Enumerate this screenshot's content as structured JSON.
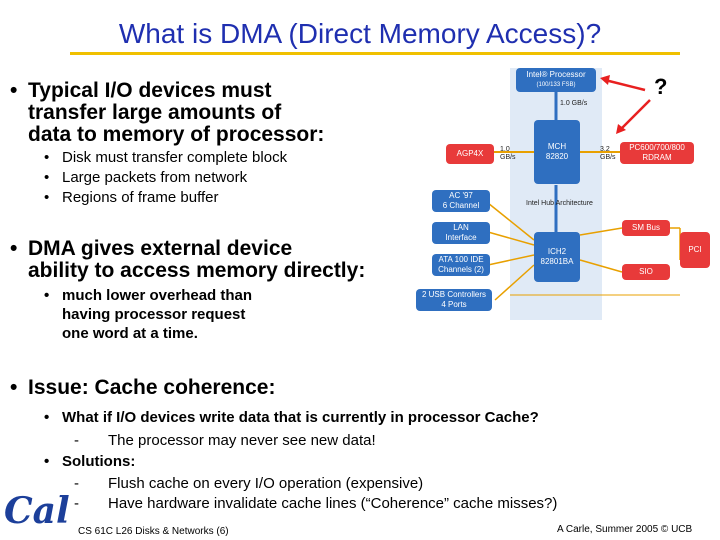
{
  "title": "What is DMA (Direct Memory Access)?",
  "bullets": {
    "b1": [
      "Typical I/O devices must",
      "transfer large amounts of",
      "data to memory of processor:"
    ],
    "b1_sub": [
      "Disk must transfer complete block",
      "Large packets from network",
      "Regions of frame buffer"
    ],
    "b2": [
      "DMA gives external device",
      "ability to access memory directly:"
    ],
    "b2_sub": [
      "much lower overhead than",
      "having processor request",
      "one word at a time."
    ],
    "b3": "Issue: Cache coherence:",
    "b3_q": "What if I/O devices write data that is currently in processor Cache?",
    "b3_q_sub": "The processor may never see new data!",
    "b3_sol": "Solutions:",
    "b3_sol_sub": [
      "Flush cache on every I/O operation (expensive)",
      "Have hardware invalidate cache lines (“Coherence” cache misses?)"
    ]
  },
  "diagram": {
    "cpu": [
      "Intel® Processor",
      "(100/133 FSB)"
    ],
    "cpu_bw": "1.0 GB/s",
    "question": "?",
    "agp": "AGP4X",
    "agp_bw": [
      "1.0",
      "GB/s"
    ],
    "mch": [
      "MCH",
      "82820"
    ],
    "mem_bw": [
      "3.2",
      "GB/s"
    ],
    "mem": [
      "PC600/700/800",
      "RDRAM"
    ],
    "hub": "Intel Hub Architecture",
    "ac97": [
      "AC '97",
      "6 Channel"
    ],
    "lan": [
      "LAN",
      "Interface"
    ],
    "ata": [
      "ATA 100 IDE",
      "Channels (2)"
    ],
    "usb": [
      "2 USB Controllers",
      "4 Ports"
    ],
    "ich": [
      "ICH2",
      "82801BA"
    ],
    "smbus": "SM Bus",
    "sio": "SIO",
    "pci": "PCI"
  },
  "footer": {
    "left": "CS 61C L26 Disks & Networks (6)",
    "right": "A Carle, Summer 2005 © UCB",
    "logo": "Cal"
  },
  "colors": {
    "title": "#1f2fb0",
    "rule": "#f0c000",
    "diagram_blue": "#2f6fc0",
    "diagram_red": "#e83a3a",
    "logo": "#1c3f9a"
  }
}
